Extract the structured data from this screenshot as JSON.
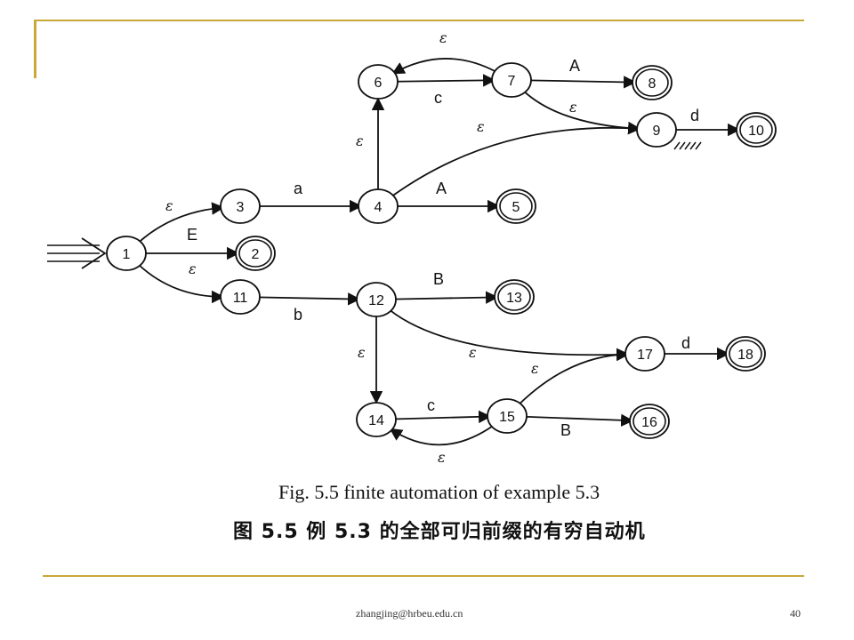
{
  "colors": {
    "rule": "#c8a838",
    "ink": "#111111"
  },
  "diagram": {
    "start_symbol": "⟹",
    "states": [
      {
        "id": "1",
        "label": "1",
        "accepting": false
      },
      {
        "id": "2",
        "label": "2",
        "accepting": true
      },
      {
        "id": "3",
        "label": "3",
        "accepting": false
      },
      {
        "id": "4",
        "label": "4",
        "accepting": false
      },
      {
        "id": "5",
        "label": "5",
        "accepting": true
      },
      {
        "id": "6",
        "label": "6",
        "accepting": false
      },
      {
        "id": "7",
        "label": "7",
        "accepting": false
      },
      {
        "id": "8",
        "label": "8",
        "accepting": true
      },
      {
        "id": "9",
        "label": "9",
        "accepting": false
      },
      {
        "id": "10",
        "label": "10",
        "accepting": true
      },
      {
        "id": "11",
        "label": "11",
        "accepting": false
      },
      {
        "id": "12",
        "label": "12",
        "accepting": false
      },
      {
        "id": "13",
        "label": "13",
        "accepting": true
      },
      {
        "id": "14",
        "label": "14",
        "accepting": false
      },
      {
        "id": "15",
        "label": "15",
        "accepting": false
      },
      {
        "id": "16",
        "label": "16",
        "accepting": true
      },
      {
        "id": "17",
        "label": "17",
        "accepting": false
      },
      {
        "id": "18",
        "label": "18",
        "accepting": true
      }
    ],
    "transitions": [
      {
        "from": "1",
        "to": "3",
        "label": "ε"
      },
      {
        "from": "1",
        "to": "2",
        "label": "E"
      },
      {
        "from": "1",
        "to": "11",
        "label": "ε"
      },
      {
        "from": "3",
        "to": "4",
        "label": "a"
      },
      {
        "from": "4",
        "to": "5",
        "label": "A"
      },
      {
        "from": "4",
        "to": "6",
        "label": "ε"
      },
      {
        "from": "4",
        "to": "9",
        "label": "ε"
      },
      {
        "from": "6",
        "to": "7",
        "label": "c"
      },
      {
        "from": "7",
        "to": "6",
        "label": "ε"
      },
      {
        "from": "7",
        "to": "8",
        "label": "A"
      },
      {
        "from": "7",
        "to": "9",
        "label": "ε"
      },
      {
        "from": "9",
        "to": "10",
        "label": "d"
      },
      {
        "from": "11",
        "to": "12",
        "label": "b"
      },
      {
        "from": "12",
        "to": "13",
        "label": "B"
      },
      {
        "from": "12",
        "to": "14",
        "label": "ε"
      },
      {
        "from": "12",
        "to": "17",
        "label": "ε"
      },
      {
        "from": "14",
        "to": "15",
        "label": "c"
      },
      {
        "from": "15",
        "to": "14",
        "label": "ε"
      },
      {
        "from": "15",
        "to": "16",
        "label": "B"
      },
      {
        "from": "15",
        "to": "17",
        "label": "ε"
      },
      {
        "from": "17",
        "to": "18",
        "label": "d"
      }
    ]
  },
  "caption": {
    "english": "Fig. 5.5 finite automation of example 5.3",
    "chinese": "图 5.5   例 5.3 的全部可归前缀的有穷自动机"
  },
  "footer": {
    "email": "zhangjing@hrbeu.edu.cn",
    "page_number": "40"
  }
}
